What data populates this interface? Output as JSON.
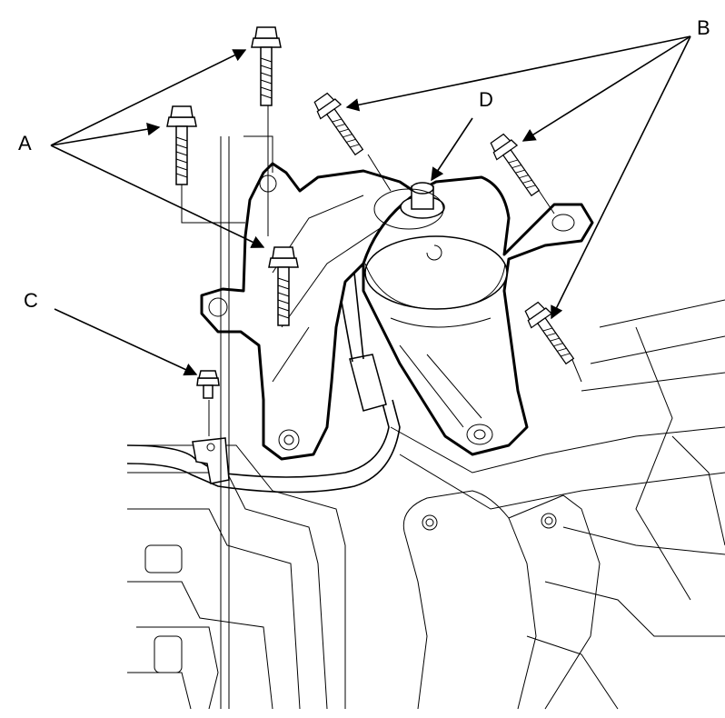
{
  "callouts": {
    "A": "A",
    "B": "B",
    "C": "C",
    "D": "D"
  },
  "colors": {
    "line": "#000000",
    "background": "#ffffff"
  }
}
